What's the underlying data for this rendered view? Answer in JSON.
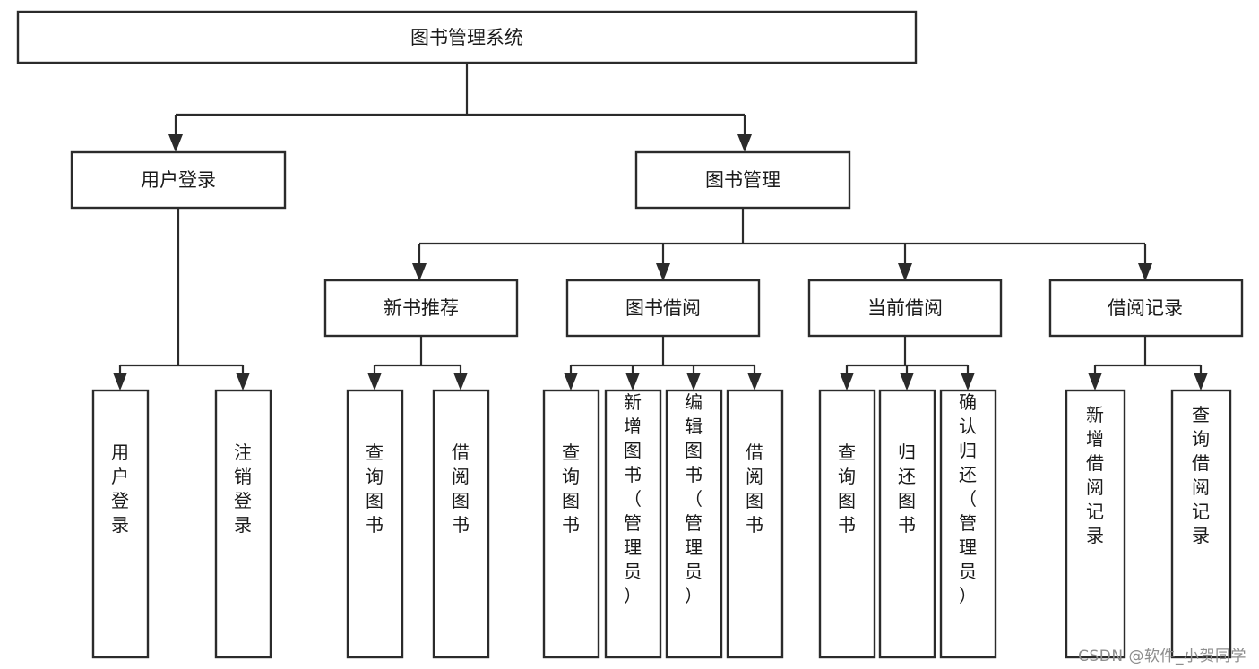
{
  "diagram": {
    "type": "tree-hierarchy-chart",
    "title": "图书管理系统",
    "background_color": "#ffffff",
    "line_color": "#2b2b2b",
    "text_color": "#1a1a1a",
    "root": {
      "id": "root",
      "label": "图书管理系统",
      "orientation": "horizontal"
    },
    "level2": [
      {
        "id": "user-login",
        "label": "用户登录",
        "orientation": "horizontal"
      },
      {
        "id": "book-management",
        "label": "图书管理",
        "orientation": "horizontal"
      }
    ],
    "level3": [
      {
        "id": "new-book-recommend",
        "label": "新书推荐",
        "orientation": "horizontal",
        "parent": "book-management"
      },
      {
        "id": "book-borrow",
        "label": "图书借阅",
        "orientation": "horizontal",
        "parent": "book-management"
      },
      {
        "id": "current-borrow",
        "label": "当前借阅",
        "orientation": "horizontal",
        "parent": "book-management"
      },
      {
        "id": "borrow-record",
        "label": "借阅记录",
        "orientation": "horizontal",
        "parent": "book-management"
      }
    ],
    "leaves": [
      {
        "id": "leaf-user-login",
        "label": "用户登录",
        "orientation": "vertical",
        "parent": "user-login"
      },
      {
        "id": "leaf-user-logout",
        "label": "注销登录",
        "orientation": "vertical",
        "parent": "user-login"
      },
      {
        "id": "leaf-query-book-1",
        "label": "查询图书",
        "orientation": "vertical",
        "parent": "new-book-recommend"
      },
      {
        "id": "leaf-borrow-book-1",
        "label": "借阅图书",
        "orientation": "vertical",
        "parent": "new-book-recommend"
      },
      {
        "id": "leaf-query-book-2",
        "label": "查询图书",
        "orientation": "vertical",
        "parent": "book-borrow"
      },
      {
        "id": "leaf-add-book",
        "label": "新增图书（管理员）",
        "orientation": "vertical",
        "parent": "book-borrow"
      },
      {
        "id": "leaf-edit-book",
        "label": "编辑图书（管理员）",
        "orientation": "vertical",
        "parent": "book-borrow"
      },
      {
        "id": "leaf-borrow-book-2",
        "label": "借阅图书",
        "orientation": "vertical",
        "parent": "book-borrow"
      },
      {
        "id": "leaf-query-book-3",
        "label": "查询图书",
        "orientation": "vertical",
        "parent": "current-borrow"
      },
      {
        "id": "leaf-return-book",
        "label": "归还图书",
        "orientation": "vertical",
        "parent": "current-borrow"
      },
      {
        "id": "leaf-confirm-return",
        "label": "确认归还（管理员）",
        "orientation": "vertical",
        "parent": "current-borrow"
      },
      {
        "id": "leaf-add-record",
        "label": "新增借阅记录",
        "orientation": "vertical",
        "parent": "borrow-record"
      },
      {
        "id": "leaf-query-record",
        "label": "查询借阅记录",
        "orientation": "vertical",
        "parent": "borrow-record"
      }
    ]
  },
  "watermark": {
    "text": "CSDN @软件_小贺同学"
  }
}
